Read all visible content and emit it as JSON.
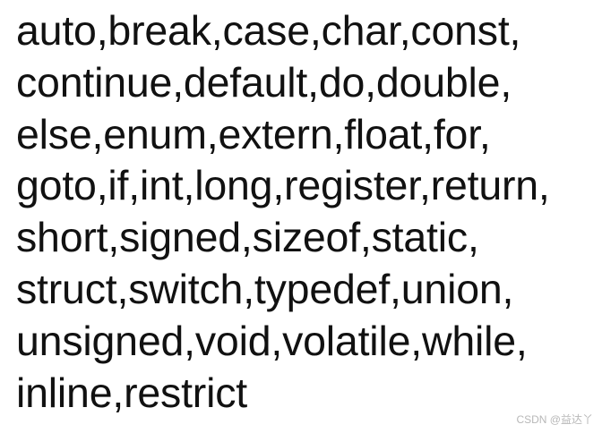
{
  "keywords_text": {
    "lines": [
      "auto,break,case,char,const,",
      "continue,default,do,double,",
      "else,enum,extern,float,for,",
      "goto,if,int,long,register,return,",
      "short,signed,sizeof,static,",
      "struct,switch,typedef,union,",
      "unsigned,void,volatile,while,",
      "inline,restrict"
    ]
  },
  "watermark": {
    "text": "CSDN @益达丫"
  }
}
